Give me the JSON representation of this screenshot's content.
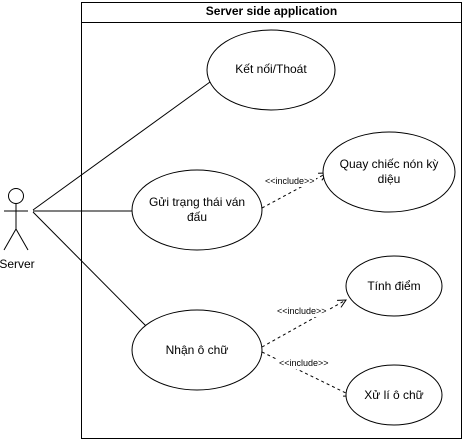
{
  "system": {
    "title": "Server side application"
  },
  "actor": {
    "label": "Server"
  },
  "use_cases": {
    "connect": "Kết nối/Thoát",
    "send_state": "Gửi trạng thái ván đấu",
    "spin_wheel": "Quay chiếc nón kỳ diệu",
    "receive_word": "Nhận ô chữ",
    "score": "Tính điểm",
    "process_word": "Xử lí ô chữ"
  },
  "relations": {
    "include_1": "<<include>>",
    "include_2": "<<include>>",
    "include_3": "<<include>>"
  }
}
